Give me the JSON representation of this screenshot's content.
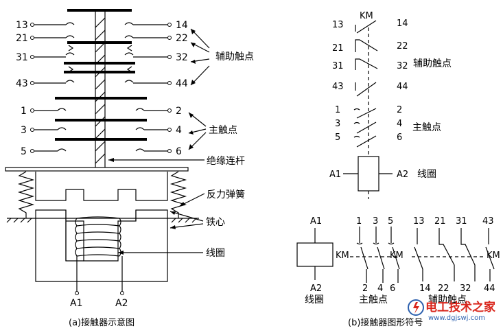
{
  "left": {
    "terminals_left": [
      "13",
      "21",
      "31",
      "43",
      "1",
      "3",
      "5"
    ],
    "terminals_right": [
      "14",
      "22",
      "32",
      "44",
      "2",
      "4",
      "6"
    ],
    "callouts": {
      "aux": "辅助触点",
      "main": "主触点",
      "rod": "绝缘连杆",
      "spring": "反力弹簧",
      "core": "铁心",
      "coil": "线圈"
    },
    "coil_terminals": [
      "A1",
      "A2"
    ],
    "caption": "(a)接触器示意图"
  },
  "right_top": {
    "km": "KM",
    "pairs": [
      [
        "13",
        "14"
      ],
      [
        "21",
        "22"
      ],
      [
        "31",
        "32"
      ],
      [
        "43",
        "44"
      ],
      [
        "1",
        "2"
      ],
      [
        "3",
        "4"
      ],
      [
        "5",
        "6"
      ]
    ],
    "aux_label": "辅助触点",
    "main_label": "主触点",
    "coil_a1": "A1",
    "coil_a2": "A2",
    "coil_label": "线圈"
  },
  "right_bottom": {
    "coil_a1": "A1",
    "coil_a2": "A2",
    "coil_km": "KM",
    "coil_label": "线圈",
    "main_top": [
      "1",
      "3",
      "5"
    ],
    "main_bottom": [
      "2",
      "4",
      "6"
    ],
    "main_km": "KM",
    "main_label": "主触点",
    "aux_top": [
      "13",
      "21",
      "31",
      "43"
    ],
    "aux_bottom": [
      "14",
      "22",
      "32",
      "44"
    ],
    "aux_km": "KM",
    "aux_label": "辅助触点"
  },
  "caption_b": "(b)接触器图形符号",
  "watermark": {
    "title": "电工技术之家",
    "url": "www.dgjswj.com"
  }
}
